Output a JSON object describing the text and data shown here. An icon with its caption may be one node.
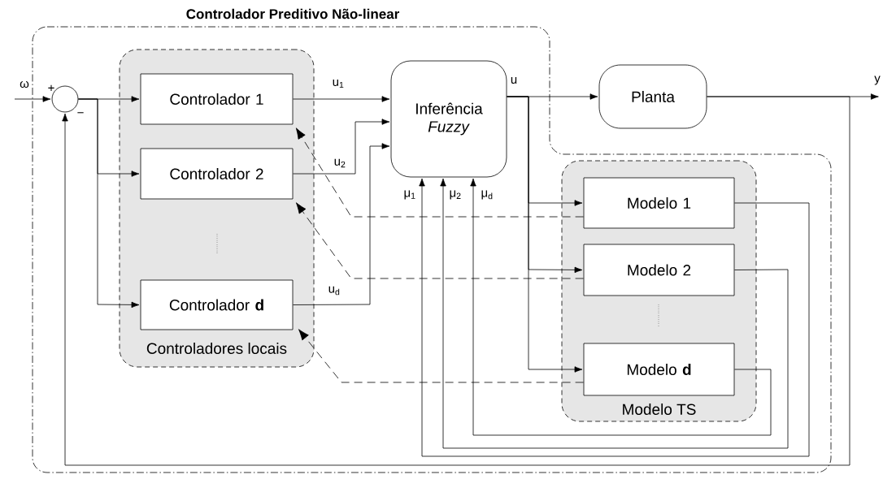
{
  "diagram": {
    "nodes": [
      {
        "text": [
          "Controlador Preditivo Não-linear"
        ]
      },
      {
        "text": [],
        "shape": "circle",
        "in": 0
      },
      {
        "text": [
          "Controladores locais"
        ],
        "in": 0
      },
      {
        "text": [
          "Controlador 1"
        ],
        "in": 2
      },
      {
        "text": [
          "Controlador 2"
        ],
        "in": 2
      },
      {
        "text": [
          "Controlador **d**"
        ],
        "in": 2
      },
      {
        "text": [
          "Inferência *Fuzzy*"
        ],
        "in": 0
      },
      {
        "text": [
          "Planta"
        ]
      },
      {
        "text": [
          "Modelo TS"
        ],
        "in": 0
      },
      {
        "text": [
          "Modelo 1"
        ],
        "in": 8
      },
      {
        "text": [
          "Modelo 2"
        ],
        "in": 8
      },
      {
        "text": [
          "Modelo **d**"
        ],
        "in": 8
      }
    ],
    "edges": [
      {
        "from": null,
        "to": 1,
        "arrow": "to",
        "label": "ω"
      },
      {
        "from": 1,
        "to": 3,
        "arrow": "to"
      },
      {
        "from": 1,
        "to": 4,
        "arrow": "to"
      },
      {
        "from": 1,
        "to": 5,
        "arrow": "to"
      },
      {
        "from": 3,
        "to": 6,
        "arrow": "to",
        "label": "u$_{1}$"
      },
      {
        "from": 4,
        "to": 6,
        "arrow": "to",
        "label": "u$_{2}$"
      },
      {
        "from": 5,
        "to": 6,
        "arrow": "to",
        "label": "u$_{d}$"
      },
      {
        "from": 6,
        "to": 7,
        "arrow": "to",
        "label": "u"
      },
      {
        "from": 6,
        "to": 9,
        "arrow": "to"
      },
      {
        "from": 6,
        "to": 10,
        "arrow": "to"
      },
      {
        "from": 6,
        "to": 11,
        "arrow": "to"
      },
      {
        "from": 7,
        "to": null,
        "arrow": "to",
        "label": "y"
      },
      {
        "from": 7,
        "to": 1,
        "arrow": "to"
      },
      {
        "from": 9,
        "to": 6,
        "arrow": "to",
        "label": "μ$_{1}$"
      },
      {
        "from": 10,
        "to": 6,
        "arrow": "to",
        "label": "μ$_{2}$"
      },
      {
        "from": 11,
        "to": 6,
        "arrow": "to",
        "label": "μ$_{d}$"
      },
      {
        "from": 9,
        "to": 3,
        "arrow": "to",
        "style": "dashed"
      },
      {
        "from": 10,
        "to": 4,
        "arrow": "to",
        "style": "dashed"
      },
      {
        "from": 11,
        "to": 5,
        "arrow": "to",
        "style": "dashed"
      }
    ],
    "labels": [
      "+",
      "−"
    ]
  }
}
